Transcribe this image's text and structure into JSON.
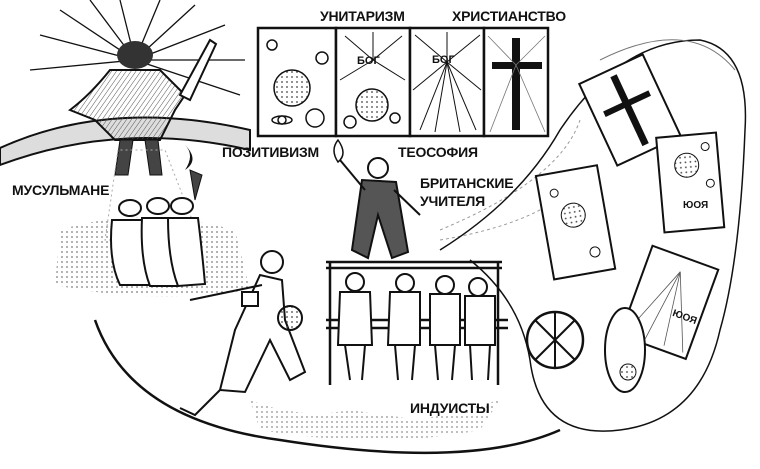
{
  "labels": {
    "unitarianism": "УНИТАРИЗМ",
    "christianity": "ХРИСТИАНСТВО",
    "positivism": "ПОЗИТИВИЗМ",
    "theosophy": "ТЕОСОФИЯ",
    "british_teachers_line1": "БРИТАНСКИЕ",
    "british_teachers_line2": "УЧИТЕЛЯ",
    "muslims": "МУСУЛЬМАНЕ",
    "hindus": "ИНДУИСТЫ"
  },
  "panels": {
    "god_1": "БОГ",
    "god_2": "БОГ"
  },
  "cards": {
    "mirror_god_1": "ЮОЯ",
    "mirror_god_2": "ЮОЯ"
  },
  "colors": {
    "ink": "#111111",
    "paper": "#ffffff",
    "shade": "#8a8a8a"
  }
}
